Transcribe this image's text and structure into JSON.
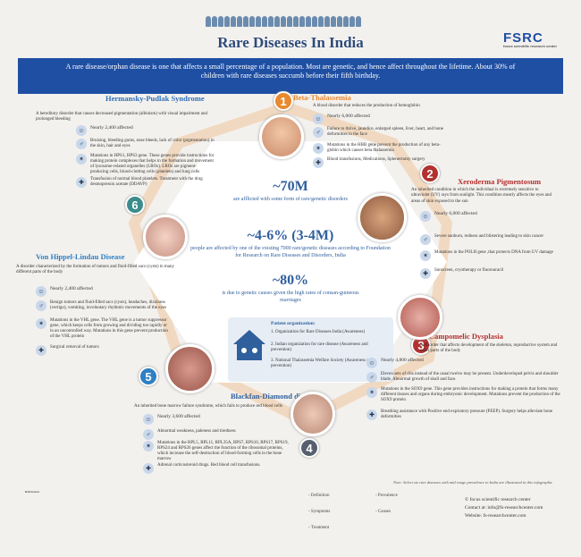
{
  "header": {
    "title": "Rare Diseases In India",
    "logo": "FSRC",
    "logo_sub": "focus scientific research center",
    "intro": "A rare disease/orphan disease is one that affects a small percentage of a population. Most are genetic, and hence affect throughout the lifetime. About 30% of children with rare diseases succumb before their fifth birthday."
  },
  "center": {
    "s1_value": "~70M",
    "s1_text": "are afflicted with some form of rare/genetic disorders",
    "s2_value": "~4-6% (3-4M)",
    "s2_text": "people are affected by one of the existing 7000 rare/genetic diseases according to Foundation for Research on Rare Diseases and Disorders, India",
    "s3_value": "~80%",
    "s3_text": "is due to genetic causes given the high rates of consan-guineous marriages"
  },
  "org": {
    "title": "Patient organization:",
    "items": [
      "1. Organization for Rare Diseases India (Awareness)",
      "2. Indian organization for rare disease (Awareness and prevention)",
      "3. National Thalassemia Welfare Society (Awareness and prevention)"
    ]
  },
  "d1": {
    "num": "1",
    "title": "Beta-Thalassemia",
    "desc": "A blood disorder that reduces the production of hemoglobin",
    "prev": "Nearly 6,000 affected",
    "sym": "Failure to thrive, jaundice, enlarged spleen, liver, heart, and bone deformities in the face",
    "cause": "Mutations in the HBB gene prevent the production of any beta-globin which causes beta thalassemia",
    "treat": "Blood transfusions, Medications, Splenectomy surgery"
  },
  "d2": {
    "num": "2",
    "title": "Xeroderma Pigmentosum",
    "desc": "An inherited condition in which the individual is extremely sensitive to ultraviolet (UV) rays from sunlight. This condition mostly affects the eyes and areas of skin exposed to the sun",
    "prev": "Nearly 6,000 affected",
    "sym": "Severe sunburn, redness and blistering leading to skin cancer",
    "cause": "Mutations in the POLH gene ,that protects DNA from UV damage",
    "treat": "Sunscreen, cryotherapy or fluorouracil"
  },
  "d3": {
    "num": "3",
    "title": "Campomelic Dysplasia",
    "desc": "A disorder that affects development of the skeleton, reproductive system and other parts of the body",
    "prev": "Nearly 4,800 affected",
    "sym": "Eleven sets of ribs instead of the usual twelve may be present. Underdeveloped pelvis and shoulder blade, Abnormal growth of skull and face.",
    "cause": "Mutations in the SOX9 gene. This gene provides instructions for making a protein that forms many different tissues and organs during embryonic development. Mutations prevent the production of the SOX9 protein",
    "treat": "Breathing assistance with Positive end expiratory pressure (PEEP). Surgery helps alleviate bone deformities"
  },
  "d4": {
    "num": "4",
    "title": "Blackfan-Diamond disease",
    "desc": "An inherited bone marrow failure syndrome, which fails to produce red blood cells",
    "prev": "Nearly 3,600 affected",
    "sym": "Abnormal weakness, paleness and tiredness",
    "cause": "Mutations in the RPL5, RPL11, RPL35A, RPS7, RPS10, RPS17, RPS19, RPS24 and RPS26 genes affect the function of the ribosomal proteins, which increase the self-destruction of blood-forming cells in the bone marrow",
    "treat": "Adrenal corticosteroid drugs. Red blood cell transfusions."
  },
  "d5": {
    "num": "5",
    "title": "Von Hippel-Lindau Disease",
    "desc": "A disorder characterized by the formation of tumors and fluid-filled sacs (cysts) in many different parts of the body",
    "prev": "Nearly 2,400 affected",
    "sym": "Benign tumors and fluid-filled sacs (cysts), headaches, dizziness (vertigo), vomiting, involuntary rhythmic movements of the eyes",
    "cause": "Mutations in the VHL gene. The VHL gene is a tumor suppressor gene, which keeps cells from growing and dividing too rapidly or in an uncontrolled way. Mutations in this gene prevent production of the VHL protein",
    "treat": "Surgical removal of tumors"
  },
  "d6": {
    "num": "6",
    "title": "Hermansky-Pudlak Syndrome",
    "desc": "A hereditary disorder that causes decreased pigmentation (albinism) with visual impairment and prolonged bleeding",
    "prev": "Nearly 2,400 affected",
    "sym": "Bruising, bleeding gums, nose bleeds, lack of color (pigmentation) in the skin, hair and eyes",
    "cause": "Mutations in HPS1, HPS3 gene. These genes provide instructions for making protein complexes that helps in the formation and movement of lysosome-related organelles (LROs). LROs are pigment-producing cells, blood-clotting cells (platelets) and lung cells",
    "treat": "Transfusion of normal blood platelets. Treatment with the drug desmopressin acetate (DDAVP)"
  },
  "legend": {
    "definition": "- Definition",
    "prevalence": "- Prevalence",
    "symptoms": "- Symptoms",
    "causes": "- Causes",
    "treatment": "- Treatment"
  },
  "contact": {
    "c1": "© focus scientific research center",
    "c2": "Contact at: info@fs-researchcenter.com",
    "c3": "Website: fs-researchcenter.com"
  },
  "note": "Note: Select six rare diseases with mid range prevalence in India are illustrated in this infographic",
  "refs_title": "References",
  "colors": {
    "d1": "#e8892f",
    "d2": "#b2302f",
    "d3": "#b2302f",
    "d4": "#555f6e",
    "d5": "#2f7fc4",
    "d6": "#3b8c8c",
    "accent": "#1f4fa3"
  }
}
